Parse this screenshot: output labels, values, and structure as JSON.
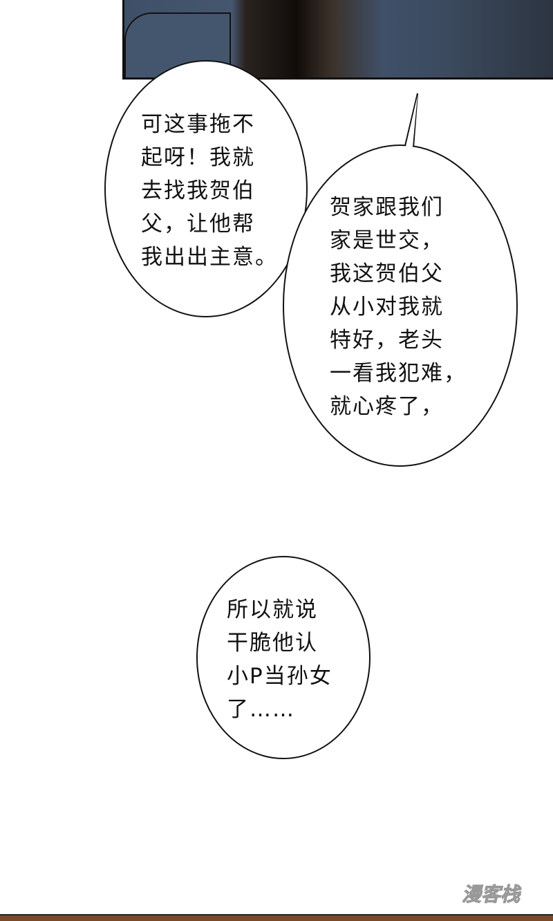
{
  "bubbles": [
    {
      "text": "可这事拖不\n起呀！我就\n去找我贺伯\n父，让他帮\n我出出主意。"
    },
    {
      "text": "贺家跟我们\n家是世交，\n我这贺伯父\n从小对我就\n特好，老头\n一看我犯难，\n就心疼了，"
    },
    {
      "text": "所以就说\n干脆他认\n小P当孙女\n了……"
    }
  ],
  "watermark": "漫客栈",
  "colors": {
    "panel": "#3e5068",
    "ink": "#111111"
  }
}
